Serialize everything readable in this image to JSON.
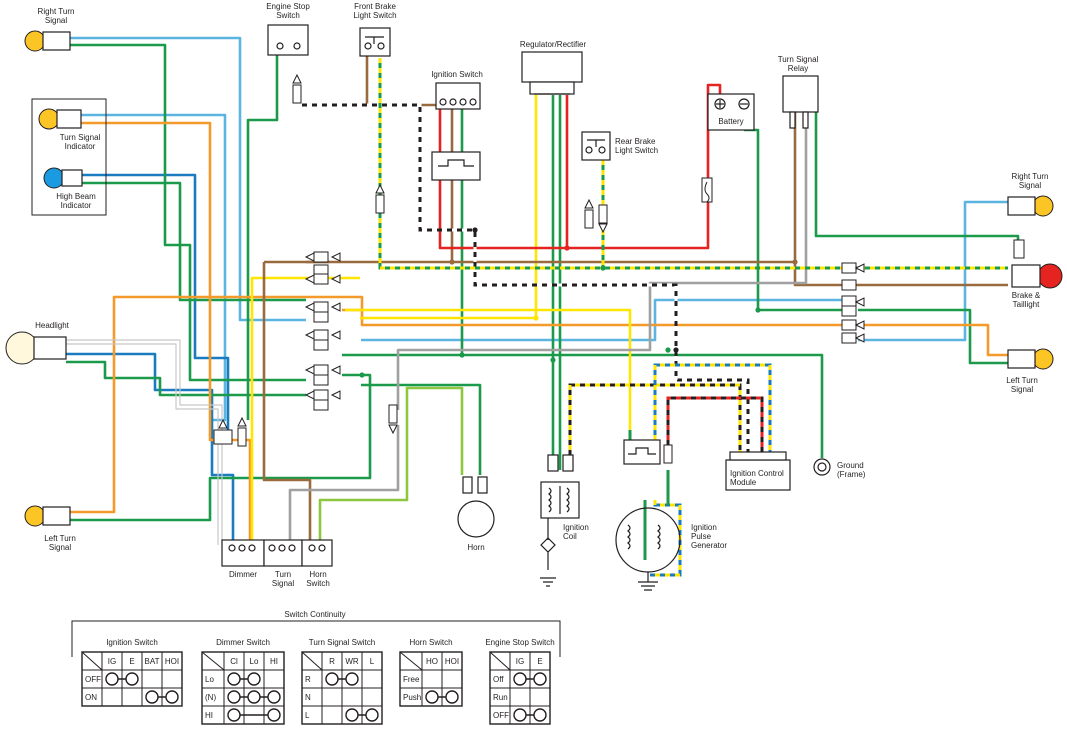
{
  "labels": {
    "right_turn_signal_top_left": [
      "Right Turn",
      "Signal"
    ],
    "turn_signal_indicator": [
      "Turn Signal",
      "Indicator"
    ],
    "high_beam_indicator": [
      "High Beam",
      "Indicator"
    ],
    "headlight": "Headlight",
    "left_turn_signal_bottom_left": [
      "Left Turn",
      "Signal"
    ],
    "engine_stop_switch": [
      "Engine Stop",
      "Switch"
    ],
    "front_brake_light_switch": [
      "Front Brake",
      "Light Switch"
    ],
    "ignition_switch": "Ignition Switch",
    "regulator_rectifier": "Regulator/Rectifier",
    "rear_brake_light_switch": [
      "Rear Brake",
      "Light Switch"
    ],
    "battery": "Battery",
    "turn_signal_relay": [
      "Turn Signal",
      "Relay"
    ],
    "right_turn_signal_right": [
      "Right Turn",
      "Signal"
    ],
    "brake_taillight": [
      "Brake &",
      "Taillight"
    ],
    "left_turn_signal_right": [
      "Left Turn",
      "Signal"
    ],
    "ground": [
      "Ground",
      "(Frame)"
    ],
    "ignition_control_module": [
      "Ignition Control",
      "Module"
    ],
    "ignition_pulse_generator": [
      "Ignition",
      "Pulse",
      "Generator"
    ],
    "ignition_coil": [
      "Ignition",
      "Coil"
    ],
    "horn": "Horn",
    "dimmer": "Dimmer",
    "turn_signal_switch": [
      "Turn",
      "Signal"
    ],
    "horn_switch": [
      "Horn",
      "Switch"
    ],
    "switch_continuity": "Switch Continuity"
  },
  "tables": [
    {
      "title": "Ignition Switch",
      "columns": [
        "IG",
        "E",
        "BAT",
        "HOI"
      ],
      "rows": [
        "OFF",
        "ON"
      ]
    },
    {
      "title": "Dimmer Switch",
      "columns": [
        "Cl",
        "Lo",
        "HI"
      ],
      "rows": [
        "Lo",
        "(N)",
        "HI"
      ]
    },
    {
      "title": "Turn Signal Switch",
      "columns": [
        "R",
        "WR",
        "L"
      ],
      "rows": [
        "R",
        "N",
        "L"
      ]
    },
    {
      "title": "Horn Switch",
      "columns": [
        "HO",
        "HOI"
      ],
      "rows": [
        "Free",
        "Push"
      ]
    },
    {
      "title": "Engine Stop Switch",
      "columns": [
        "IG",
        "E"
      ],
      "rows": [
        "Off",
        "Run",
        "OFF"
      ]
    }
  ],
  "colors": {
    "light_blue": "#5bb5e0",
    "blue": "#1a7bbf",
    "green": "#1a9a4a",
    "orange": "#f39a2b",
    "yellow": "#ffe600",
    "brown": "#9a6a3f",
    "red": "#e52421",
    "gray": "#a0a0a0",
    "light_green": "#8dc63f",
    "black": "#231f20",
    "lamp_amber": "#fcc526",
    "lamp_blue": "#1a9ae0",
    "lamp_red": "#e52421",
    "headlight_fill": "#fff8dc"
  }
}
